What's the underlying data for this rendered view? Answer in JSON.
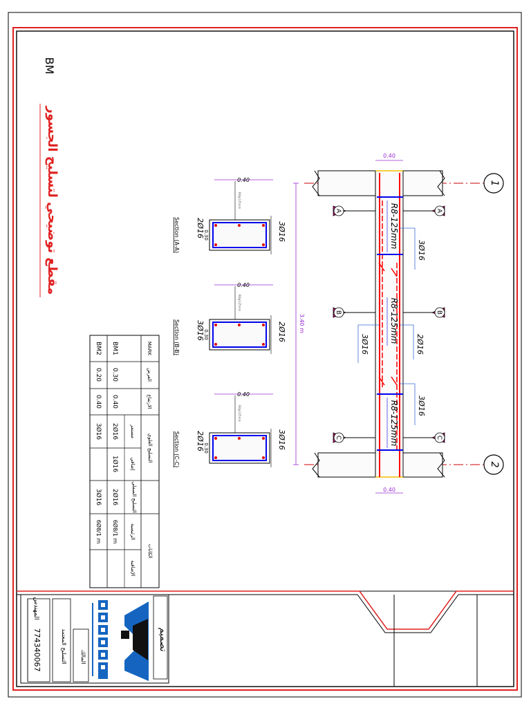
{
  "title": {
    "code": "BM",
    "arabic": "مقطع توضيحي لتسليح الجسور"
  },
  "elevation": {
    "grid_left": "1",
    "grid_right": "2",
    "column_width_left": "0.40",
    "column_width_right": "0.40",
    "span_length": "3.40 m",
    "stirrups": [
      "R8-125mm",
      "R8-125mm",
      "R8-125mm"
    ],
    "top_bars": [
      "3Ø16",
      "2Ø16",
      "3Ø16"
    ],
    "bottom_bars": [
      "3Ø16"
    ],
    "section_marks": [
      "A",
      "A",
      "B",
      "B",
      "C",
      "C"
    ]
  },
  "sections": [
    {
      "title": "Section (A-A)",
      "width": "0.40",
      "depth": "0.30",
      "top": "3Ø16",
      "bottom": "2Ø16",
      "stirrup_note": "R8@125mm"
    },
    {
      "title": "Section (B-B)",
      "width": "0.40",
      "depth": "0.30",
      "top": "2Ø16",
      "bottom": "3Ø16",
      "stirrup_note": "R8@125mm"
    },
    {
      "title": "Section (C-C)",
      "width": "0.40",
      "depth": "0.30",
      "top": "3Ø16",
      "bottom": "2Ø16",
      "stirrup_note": "R8@125mm"
    }
  ],
  "schedule": {
    "headers": {
      "mark": "MARK",
      "width": "العرض",
      "depth": "الارتفاع",
      "top_group": "التسليح العلوي",
      "top_cont": "مستمر",
      "top_extra": "إضافي",
      "bottom": "التسليح السفلي",
      "stirrups_group": "الكانات",
      "stir_main": "الرئيسية",
      "stir_sec": "الإضافية"
    },
    "rows": [
      {
        "mark": "BM1",
        "width": "0.30",
        "depth": "0.40",
        "top_cont": "2Ø16",
        "top_extra": "1Ø16",
        "bottom": "2Ø16",
        "stir_main": "6Ø8/1 m",
        "stir_sec": ""
      },
      {
        "mark": "BM2",
        "width": "0.20",
        "depth": "0.40",
        "top_cont": "3Ø16",
        "top_extra": "",
        "bottom": "3Ø16",
        "stir_main": "6Ø8/1 m",
        "stir_sec": ""
      }
    ]
  },
  "title_block": {
    "design_label": "تصميم",
    "engineer_label": "المهندس",
    "engineer_name": "التسليح المعتمد",
    "owner_label": "المالك",
    "phone": "774340067"
  },
  "colors": {
    "frame_red": "#e02020",
    "rebar_red": "#ff0000",
    "stirrup_blue": "#0000ee",
    "grid_red": "#cc0000",
    "dim_purple": "#9a2bd0",
    "section_red": "#d4147a",
    "logo_blue": "#1565c0"
  }
}
